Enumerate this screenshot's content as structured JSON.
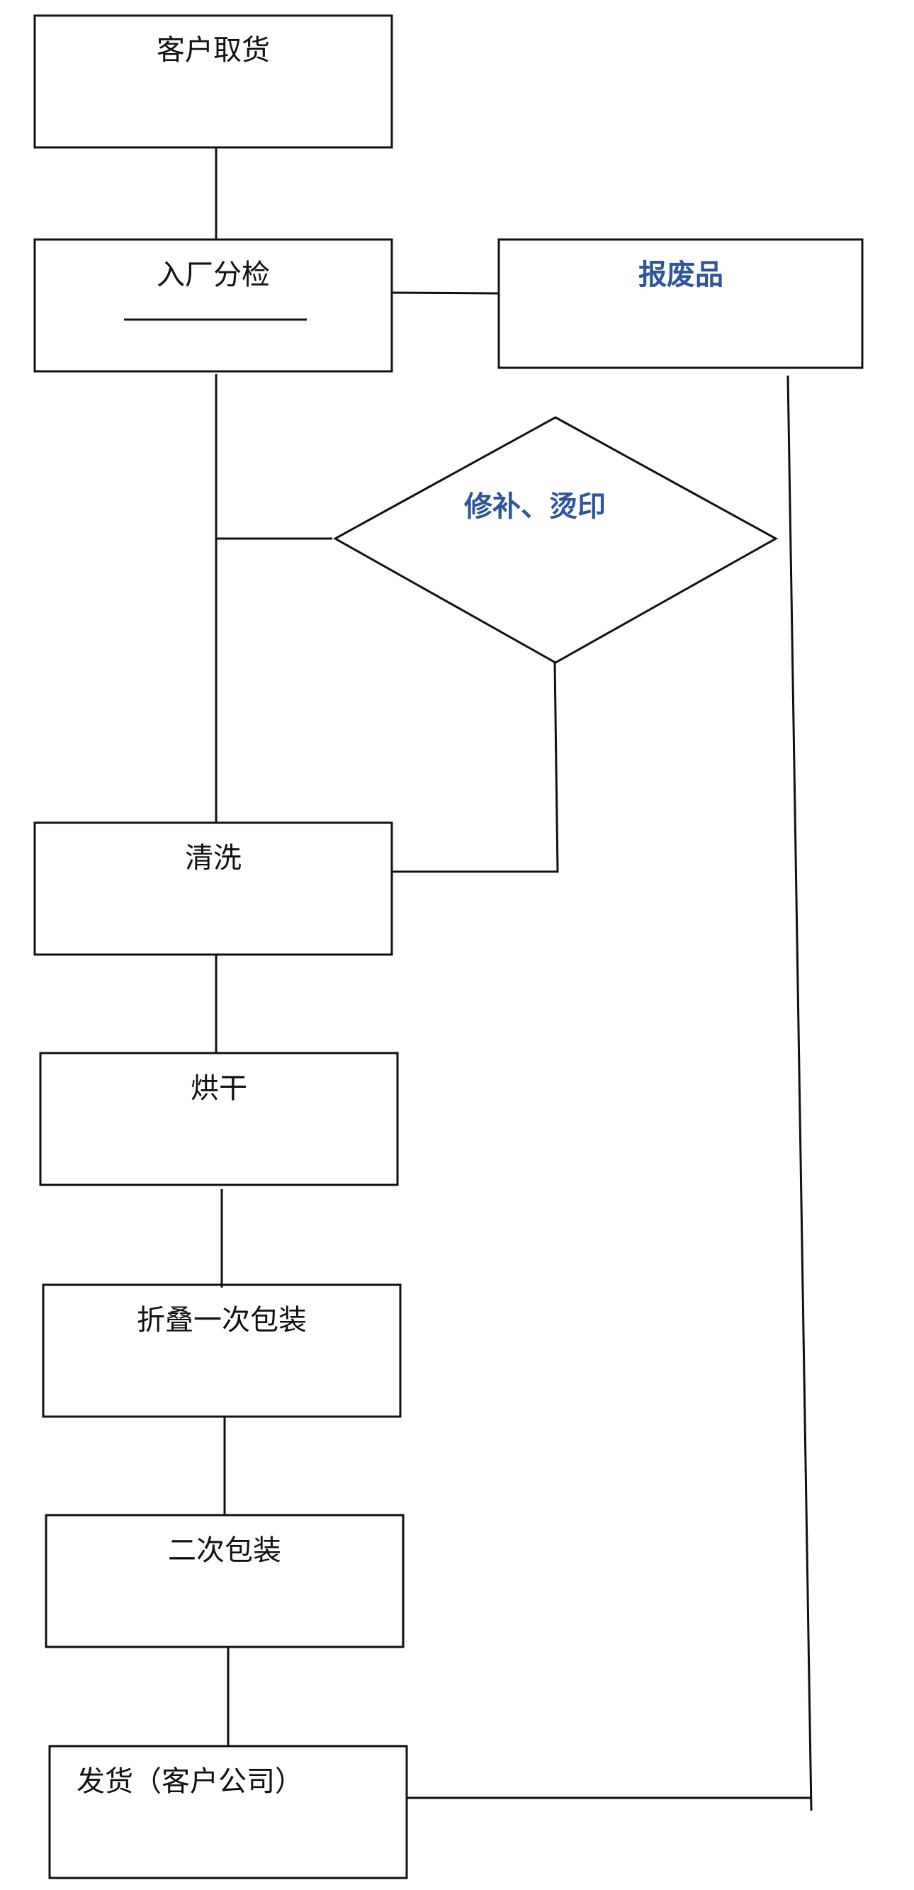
{
  "nodes": {
    "pickup": "客户取货",
    "inspect": "入厂分检",
    "scrap": "报废品",
    "repair": "修补、烫印",
    "wash": "清洗",
    "dry": "烘干",
    "fold_pack": "折叠一次包装",
    "second_pack": "二次包装",
    "ship": "发货（客户公司）"
  },
  "colors": {
    "line": "#111111",
    "text": "#111111",
    "accent_text": "#2d5597"
  }
}
